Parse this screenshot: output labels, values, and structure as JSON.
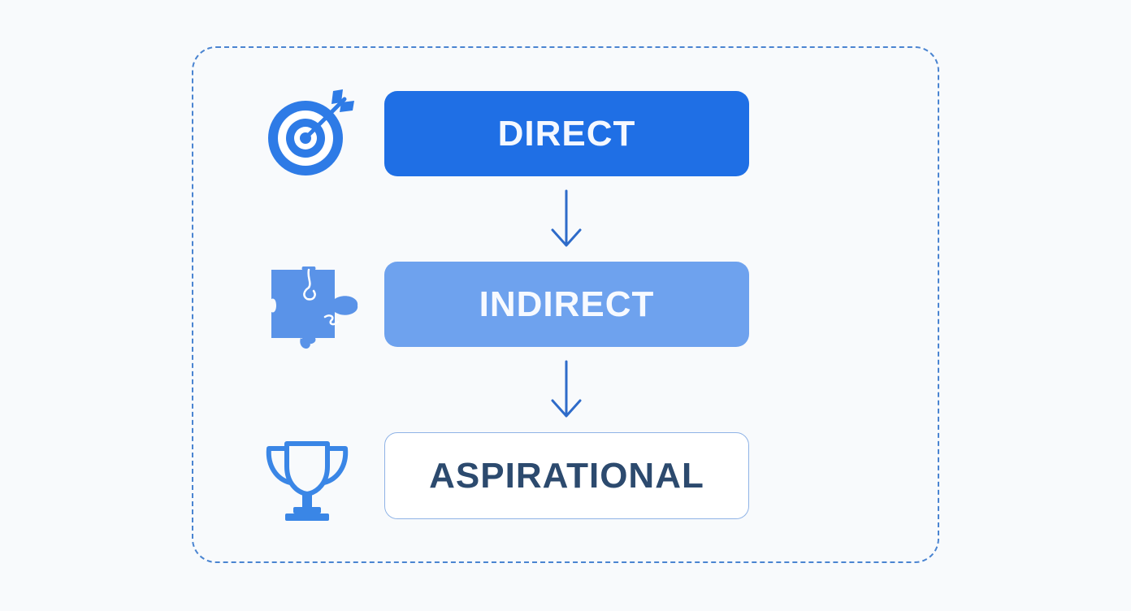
{
  "diagram": {
    "tiers": [
      {
        "label": "DIRECT",
        "icon": "target-icon",
        "color": "#1f6fe5"
      },
      {
        "label": "INDIRECT",
        "icon": "puzzle-piece-icon",
        "color": "#6ea2ee"
      },
      {
        "label": "ASPIRATIONAL",
        "icon": "trophy-icon",
        "color": "#ffffff"
      }
    ],
    "accent_color": "#2e7be6",
    "frame_color": "#4a84d1"
  }
}
